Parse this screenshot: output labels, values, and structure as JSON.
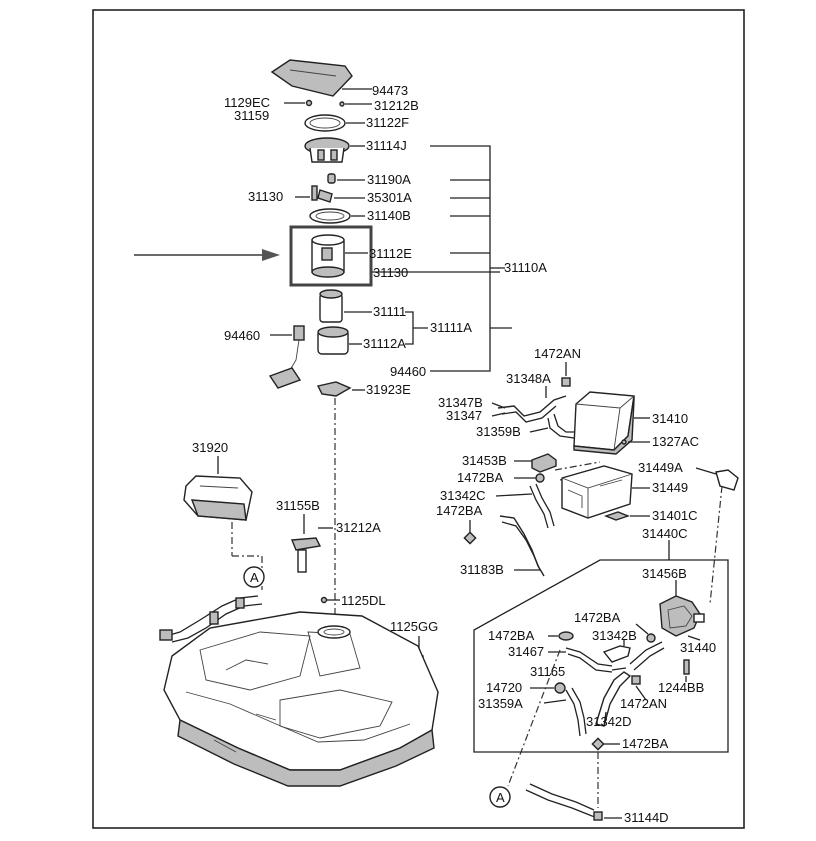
{
  "labels": {
    "p94473": "94473",
    "p1129EC": "1129EC",
    "p31212B": "31212B",
    "p31159": "31159",
    "p31122F": "31122F",
    "p31114J": "31114J",
    "p31190A": "31190A",
    "p31130a": "31130",
    "p35301A": "35301A",
    "p31140B": "31140B",
    "p31112E": "31112E",
    "p31130b": "31130",
    "p31110A": "31110A",
    "p31111": "31111",
    "p31111A": "31111A",
    "p31112A": "31112A",
    "p94460a": "94460",
    "p94460b": "94460",
    "p31923E": "31923E",
    "p31920": "31920",
    "p31155B": "31155B",
    "p31212A": "31212A",
    "pA1": "A",
    "p1125DL": "1125DL",
    "p1125GG": "1125GG",
    "p1472AN_top": "1472AN",
    "p31348A": "31348A",
    "p31347B": "31347B",
    "p31347": "31347",
    "p31410": "31410",
    "p31359B": "31359B",
    "p1327AC": "1327AC",
    "p31453B": "31453B",
    "p1472BA_a": "1472BA",
    "p31449A": "31449A",
    "p31449": "31449",
    "p31342C": "31342C",
    "p1472BA_b": "1472BA",
    "p31401C": "31401C",
    "p31440C": "31440C",
    "p31183B": "31183B",
    "p31456B": "31456B",
    "p1472BA_c": "1472BA",
    "p1472BA_d": "1472BA",
    "p31342B": "31342B",
    "p31440": "31440",
    "p31467": "31467",
    "p31165": "31165",
    "p14720": "14720",
    "p1472AN_b": "1472AN",
    "p1244BB": "1244BB",
    "p31359A": "31359A",
    "p31342D": "31342D",
    "p1472BA_e": "1472BA",
    "pA2": "A",
    "p31144D": "31144D"
  }
}
